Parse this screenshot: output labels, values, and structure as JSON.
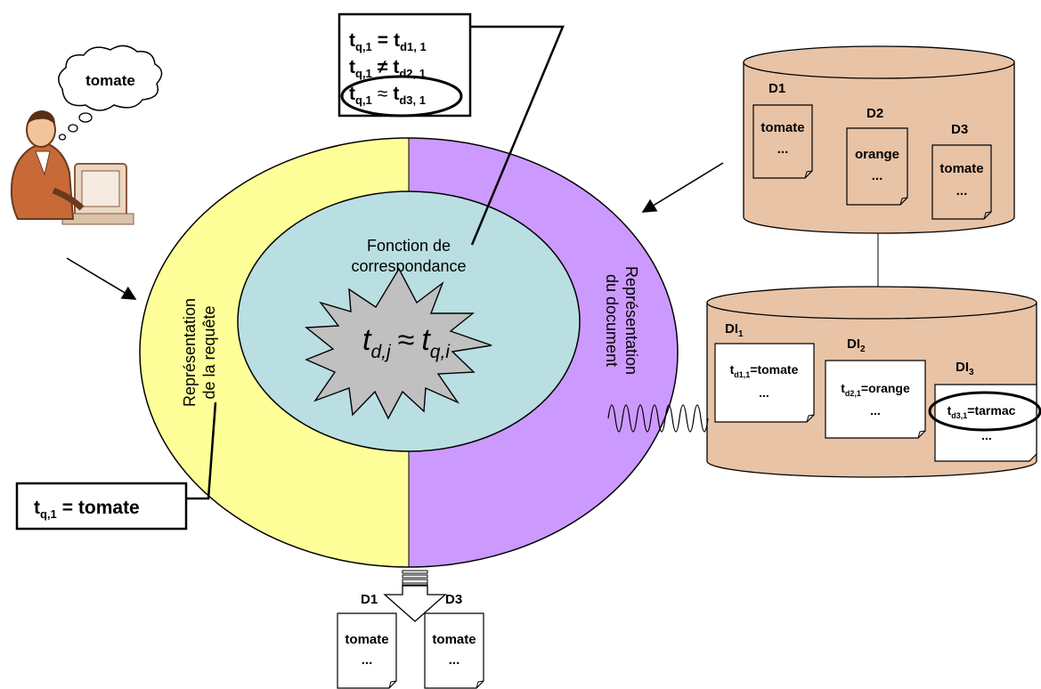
{
  "user": {
    "thought": "tomate"
  },
  "center": {
    "function_line1": "Fonction de",
    "function_line2": "correspondance",
    "formula": {
      "lhs": "t",
      "lhs_sub": "d,j",
      "op": "≈",
      "rhs": "t",
      "rhs_sub": "q,i"
    },
    "query_line1": "Représentation",
    "query_line2": "de la requête",
    "doc_line1": "Représentation",
    "doc_line2": "du document"
  },
  "comparison_box": {
    "rows": [
      {
        "t": "t",
        "sub": "q,1",
        "op": "=",
        "t2": "t",
        "sub2": "d1, 1"
      },
      {
        "t": "t",
        "sub": "q,1",
        "op": "≠",
        "t2": "t",
        "sub2": "d2, 1"
      },
      {
        "t": "t",
        "sub": "q,1",
        "op": "≈",
        "t2": "t",
        "sub2": "d3, 1"
      }
    ]
  },
  "query_box": {
    "t": "t",
    "sub": "q,1",
    "rest": "= tomate"
  },
  "database": {
    "docs": [
      {
        "label": "D1",
        "line1": "tomate",
        "line2": "..."
      },
      {
        "label": "D2",
        "line1": "orange",
        "line2": "..."
      },
      {
        "label": "D3",
        "line1": "tomate",
        "line2": "..."
      }
    ]
  },
  "index": {
    "docs": [
      {
        "label": "DI",
        "label_sub": "1",
        "t": "t",
        "sub": "d1,1",
        "rest": "=tomate",
        "line2": "..."
      },
      {
        "label": "DI",
        "label_sub": "2",
        "t": "t",
        "sub": "d2,1",
        "rest": "=orange",
        "line2": "..."
      },
      {
        "label": "DI",
        "label_sub": "3",
        "t": "t",
        "sub": "d3,1",
        "rest": "=tarmac",
        "line2": "..."
      }
    ]
  },
  "results": [
    {
      "label": "D1",
      "line1": "tomate",
      "line2": "..."
    },
    {
      "label": "D3",
      "line1": "tomate",
      "line2": "..."
    }
  ],
  "colors": {
    "query_half": "#ffff99",
    "doc_half": "#cc99ff",
    "inner": "#b9dfe3",
    "star": "#c0c0c0",
    "cylinder": "#e8c3a6"
  }
}
